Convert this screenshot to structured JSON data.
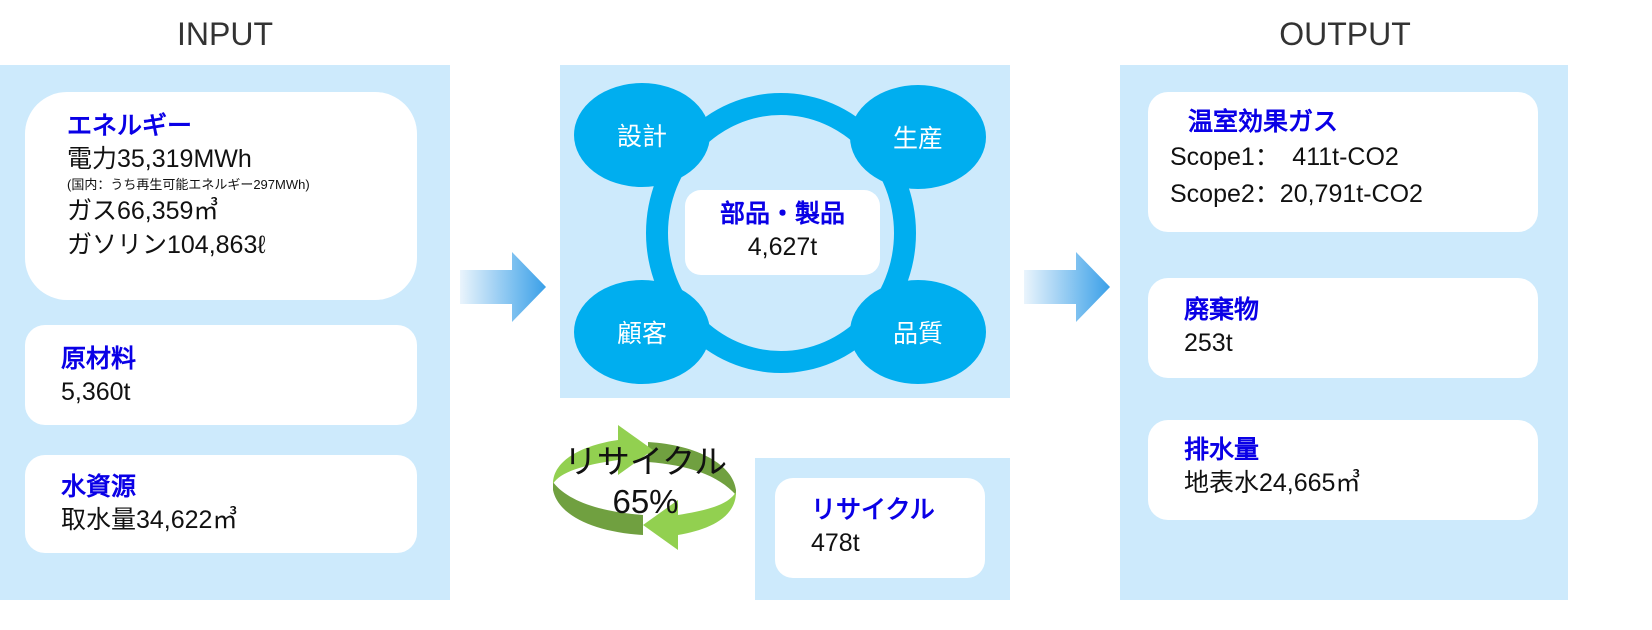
{
  "input": {
    "title": "INPUT",
    "energy": {
      "heading": "エネルギー",
      "electricity": "電力35,319MWh",
      "note": "(国内：うち再生可能エネルギー297MWh)",
      "gas": "ガス66,359㎥",
      "gasoline": "ガソリン104,863ℓ"
    },
    "materials": {
      "heading": "原材料",
      "value": "5,360t"
    },
    "water": {
      "heading": "水資源",
      "value": "取水量34,622㎥"
    }
  },
  "process": {
    "nodes": [
      "設計",
      "生産",
      "顧客",
      "品質"
    ],
    "center": {
      "heading": "部品・製品",
      "value": "4,627t"
    }
  },
  "recycle_rate": {
    "label": "リサイクル",
    "value": "65%"
  },
  "recycle": {
    "heading": "リサイクル",
    "value": "478t"
  },
  "output": {
    "title": "OUTPUT",
    "ghg": {
      "heading": "温室効果ガス",
      "scope1": "Scope1：　411t-CO2",
      "scope2": "Scope2：20,791t-CO2"
    },
    "waste": {
      "heading": "廃棄物",
      "value": "253t"
    },
    "wastewater": {
      "heading": "排水量",
      "value": "地表水24,665㎥"
    }
  },
  "colors": {
    "panel": "#cdeafc",
    "accent": "#0a00e6",
    "node": "#00aeef",
    "recycle_light": "#92d050",
    "recycle_dark": "#70a040"
  }
}
